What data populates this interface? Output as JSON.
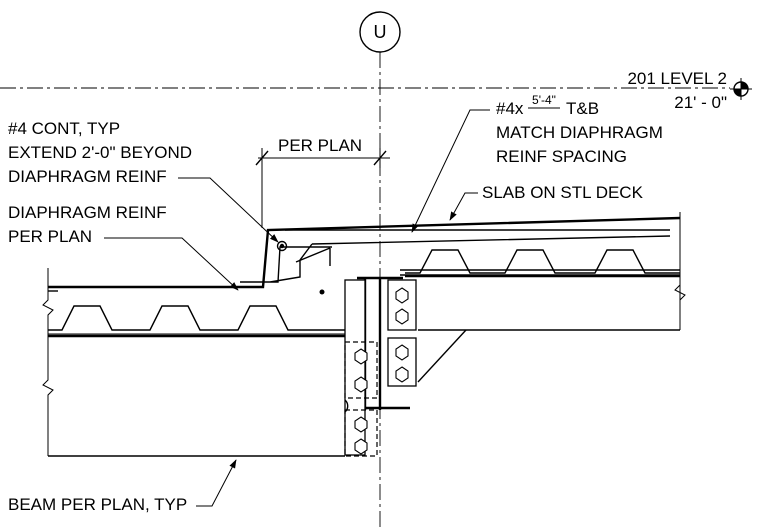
{
  "grid": {
    "label": "U"
  },
  "level": {
    "name": "201 LEVEL 2",
    "elevation": "21' - 0\""
  },
  "notes": {
    "cont_bar": [
      "#4 CONT, TYP",
      "EXTEND 2'-0\" BEYOND",
      "DIAPHRAGM REINF"
    ],
    "per_plan_dim": "PER PLAN",
    "diaphragm_reinf": [
      "DIAPHRAGM REINF",
      "PER PLAN"
    ],
    "hairpin_prefix": "#4x",
    "hairpin_length": "5'-4\"",
    "hairpin_suffix": "T&B",
    "match": [
      "MATCH DIAPHRAGM",
      "REINF SPACING"
    ],
    "slab": "SLAB ON STL DECK",
    "beam": "BEAM PER PLAN, TYP"
  }
}
